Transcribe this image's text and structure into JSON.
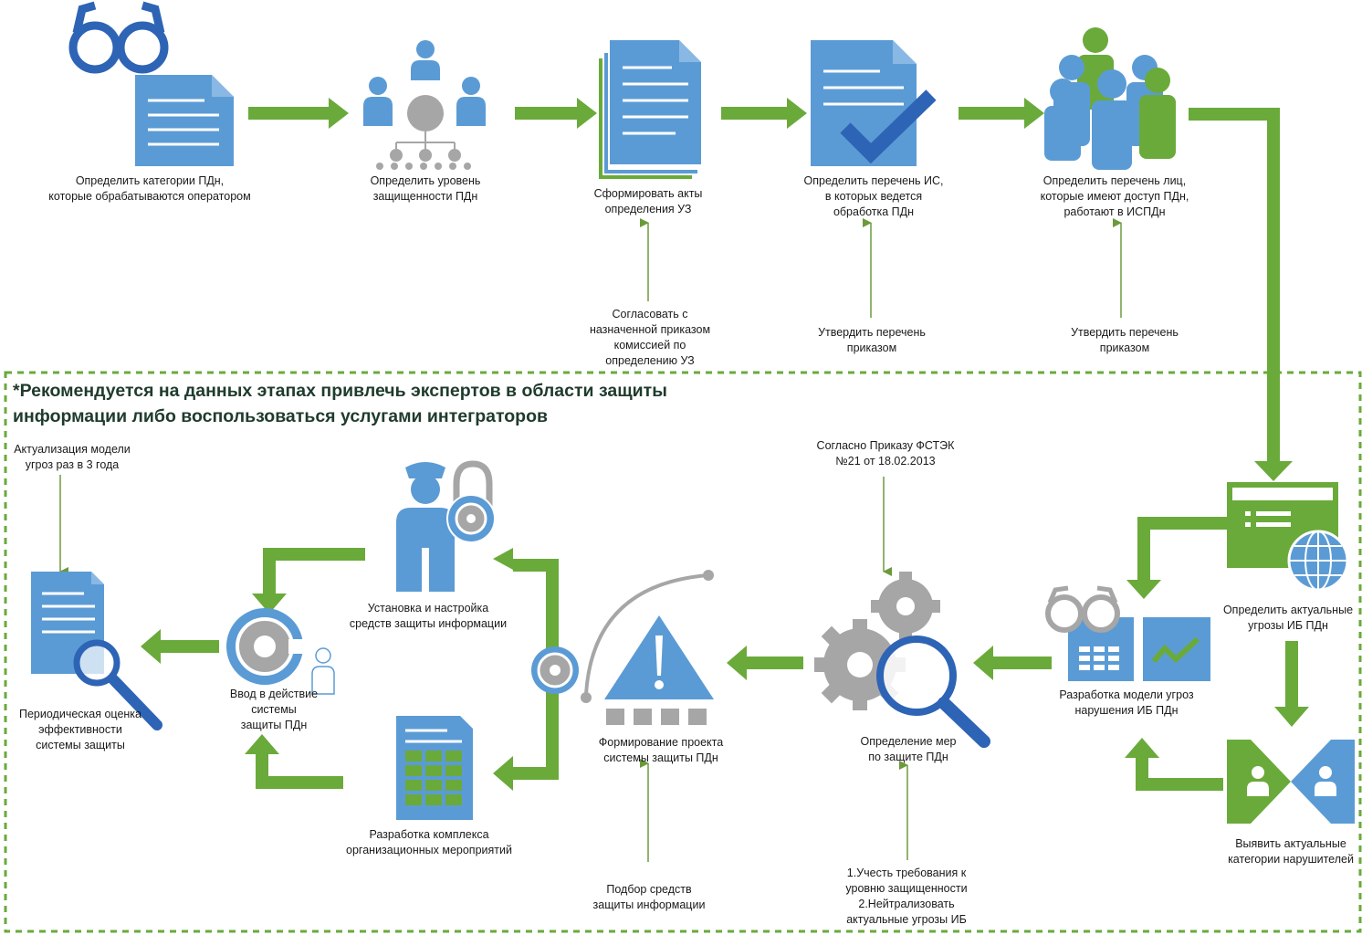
{
  "colors": {
    "blue": "#5b9bd5",
    "blue_dark": "#2e64b5",
    "green": "#6aaa3a",
    "grey": "#a6a6a6",
    "note_text": "#1f3b2c",
    "dash_border": "#6aaa3a"
  },
  "note": "*Рекомендуется на данных этапах привлечь экспертов в области защиты\nинформации либо воспользоваться услугами интеграторов",
  "steps": {
    "s1": {
      "label": "Определить категории ПДн,\nкоторые обрабатываются оператором",
      "icon": "glasses-document-icon"
    },
    "s2": {
      "label": "Определить уровень\nзащищенности ПДн",
      "icon": "hierarchy-people-icon"
    },
    "s3": {
      "label": "Сформировать акты\nопределения УЗ",
      "icon": "document-stack-icon"
    },
    "s4": {
      "label": "Определить перечень ИС,\nв которых ведется\nобработка ПДн",
      "icon": "checked-document-icon"
    },
    "s5": {
      "label": "Определить перечень лиц,\nкоторые имеют доступ ПДн,\nработают в ИСПДн",
      "icon": "people-group-icon"
    },
    "s6": {
      "label": "Определить актуальные\nугрозы ИБ ПДн",
      "icon": "browser-globe-icon"
    },
    "s7": {
      "label": "Выявить актуальные\nкатегории нарушителей",
      "icon": "two-persons-arrows-icon"
    },
    "s8": {
      "label": "Разработка модели угроз\nнарушения ИБ ПДн",
      "icon": "glasses-charts-icon"
    },
    "s9": {
      "label": "Определение мер\nпо защите ПДн",
      "icon": "gears-magnifier-icon"
    },
    "s10": {
      "label": "Формирование проекта\nсистемы защиты ПДн",
      "icon": "warning-triangle-icon"
    },
    "s11": {
      "label": "Установка и настройка\nсредств защиты информации",
      "icon": "guard-lock-icon"
    },
    "s12": {
      "label": "Разработка комплекса\nорганизационных мероприятий",
      "icon": "spreadsheet-document-icon"
    },
    "s13": {
      "label": "Ввод в действие\nсистемы\nзащиты ПДн",
      "icon": "vault-person-icon"
    },
    "s14": {
      "label": "Периодическая оценка\nэффективности\nсистемы защиты",
      "icon": "document-magnifier-icon"
    }
  },
  "annotations": {
    "a1": "Согласовать с\nназначенной приказом\nкомиссией по\nопределению УЗ",
    "a2": "Утвердить перечень\nприказом",
    "a3": "Утвердить перечень\nприказом",
    "a4": "Согласно Приказу ФСТЭК\n№21 от 18.02.2013",
    "a5": "1.Учесть требования к\nуровню защищенности\n2.Нейтрализовать\nактуальные угрозы ИБ",
    "a6": "Подбор средств\nзащиты информации",
    "a7": "Актуализация модели\nугроз раз в 3 года"
  }
}
